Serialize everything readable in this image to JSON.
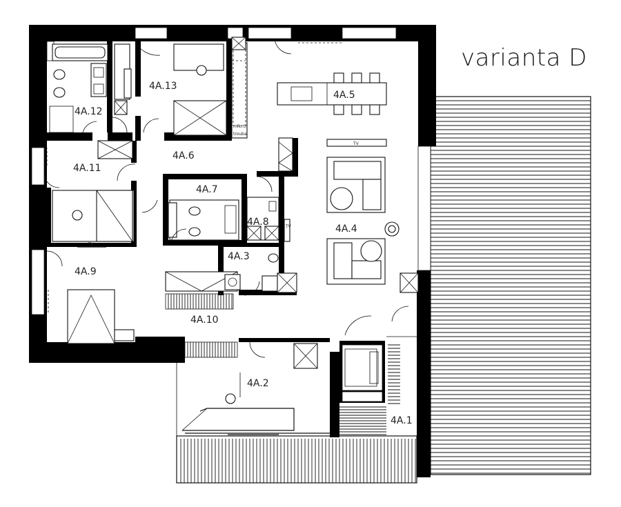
{
  "title": "varianta D",
  "rooms": {
    "r_4A1": "4A.1",
    "r_4A2": "4A.2",
    "r_4A3": "4A.3",
    "r_4A4": "4A.4",
    "r_4A5": "4A.5",
    "r_4A6": "4A.6",
    "r_4A7": "4A.7",
    "r_4A8": "4A.8",
    "r_4A9": "4A.9",
    "r_4A10": "4A.10",
    "r_4A11": "4A.11",
    "r_4A12": "4A.12",
    "r_4A13": "4A.13"
  },
  "annotations": {
    "tv": "TV",
    "microwave_line1": "mikr.tr.",
    "microwave_line2": "trouba"
  }
}
